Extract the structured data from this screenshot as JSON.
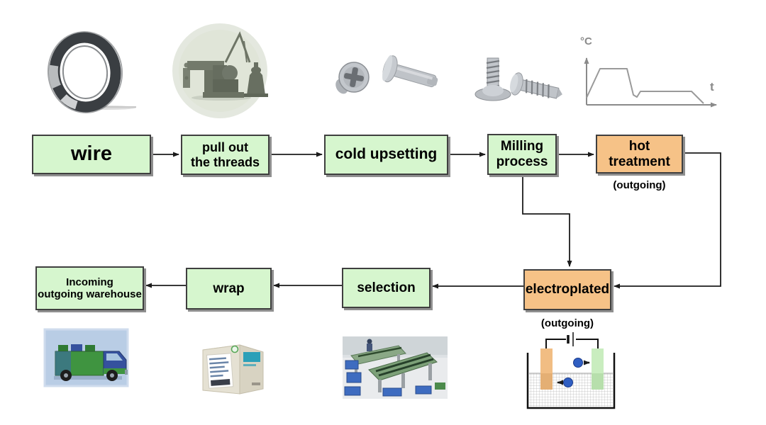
{
  "page": {
    "background": "#ffffff"
  },
  "palette": {
    "box_green_fill": "#d6f6ce",
    "box_orange_fill": "#f6c287",
    "box_border": "#3f3f3f",
    "box_shadow": "#8f8f8f",
    "connector": "#1c1c1c",
    "graph_gray": "#9a9a9a",
    "electrode_orange": "#f1bd83",
    "electrode_green": "#c9edbf",
    "ion_blue": "#2f5ec2"
  },
  "flow": {
    "row1": {
      "wire": {
        "label": "wire"
      },
      "pull_out": {
        "line1": "pull out",
        "line2": "the threads"
      },
      "cold_upsetting": {
        "label": "cold upsetting"
      },
      "milling": {
        "line1": "Milling",
        "line2": "process"
      },
      "hot_treatment": {
        "label": "hot treatment",
        "note": "(outgoing)"
      }
    },
    "row2": {
      "warehouse": {
        "line1": "Incoming",
        "line2": "outgoing warehouse"
      },
      "wrap": {
        "label": "wrap"
      },
      "selection": {
        "label": "selection"
      },
      "electroplated": {
        "label": "electroplated",
        "note": "(outgoing)"
      }
    }
  },
  "graph": {
    "y_axis_label": "°C",
    "x_axis_label": "t"
  },
  "illustrations": {
    "wire_coil": "wire-coil-photo",
    "heading_machine": "heading-machine-photo",
    "screw_blanks": "screw-blanks-photo",
    "threaded_screws": "threaded-screws-photo",
    "heat_graph": "heat-treatment-graph",
    "truck": "delivery-truck-photo",
    "package": "packaging-box-photo",
    "factory": "sorting-machines-photo",
    "plating_cell": "electroplating-cell-diagram"
  }
}
